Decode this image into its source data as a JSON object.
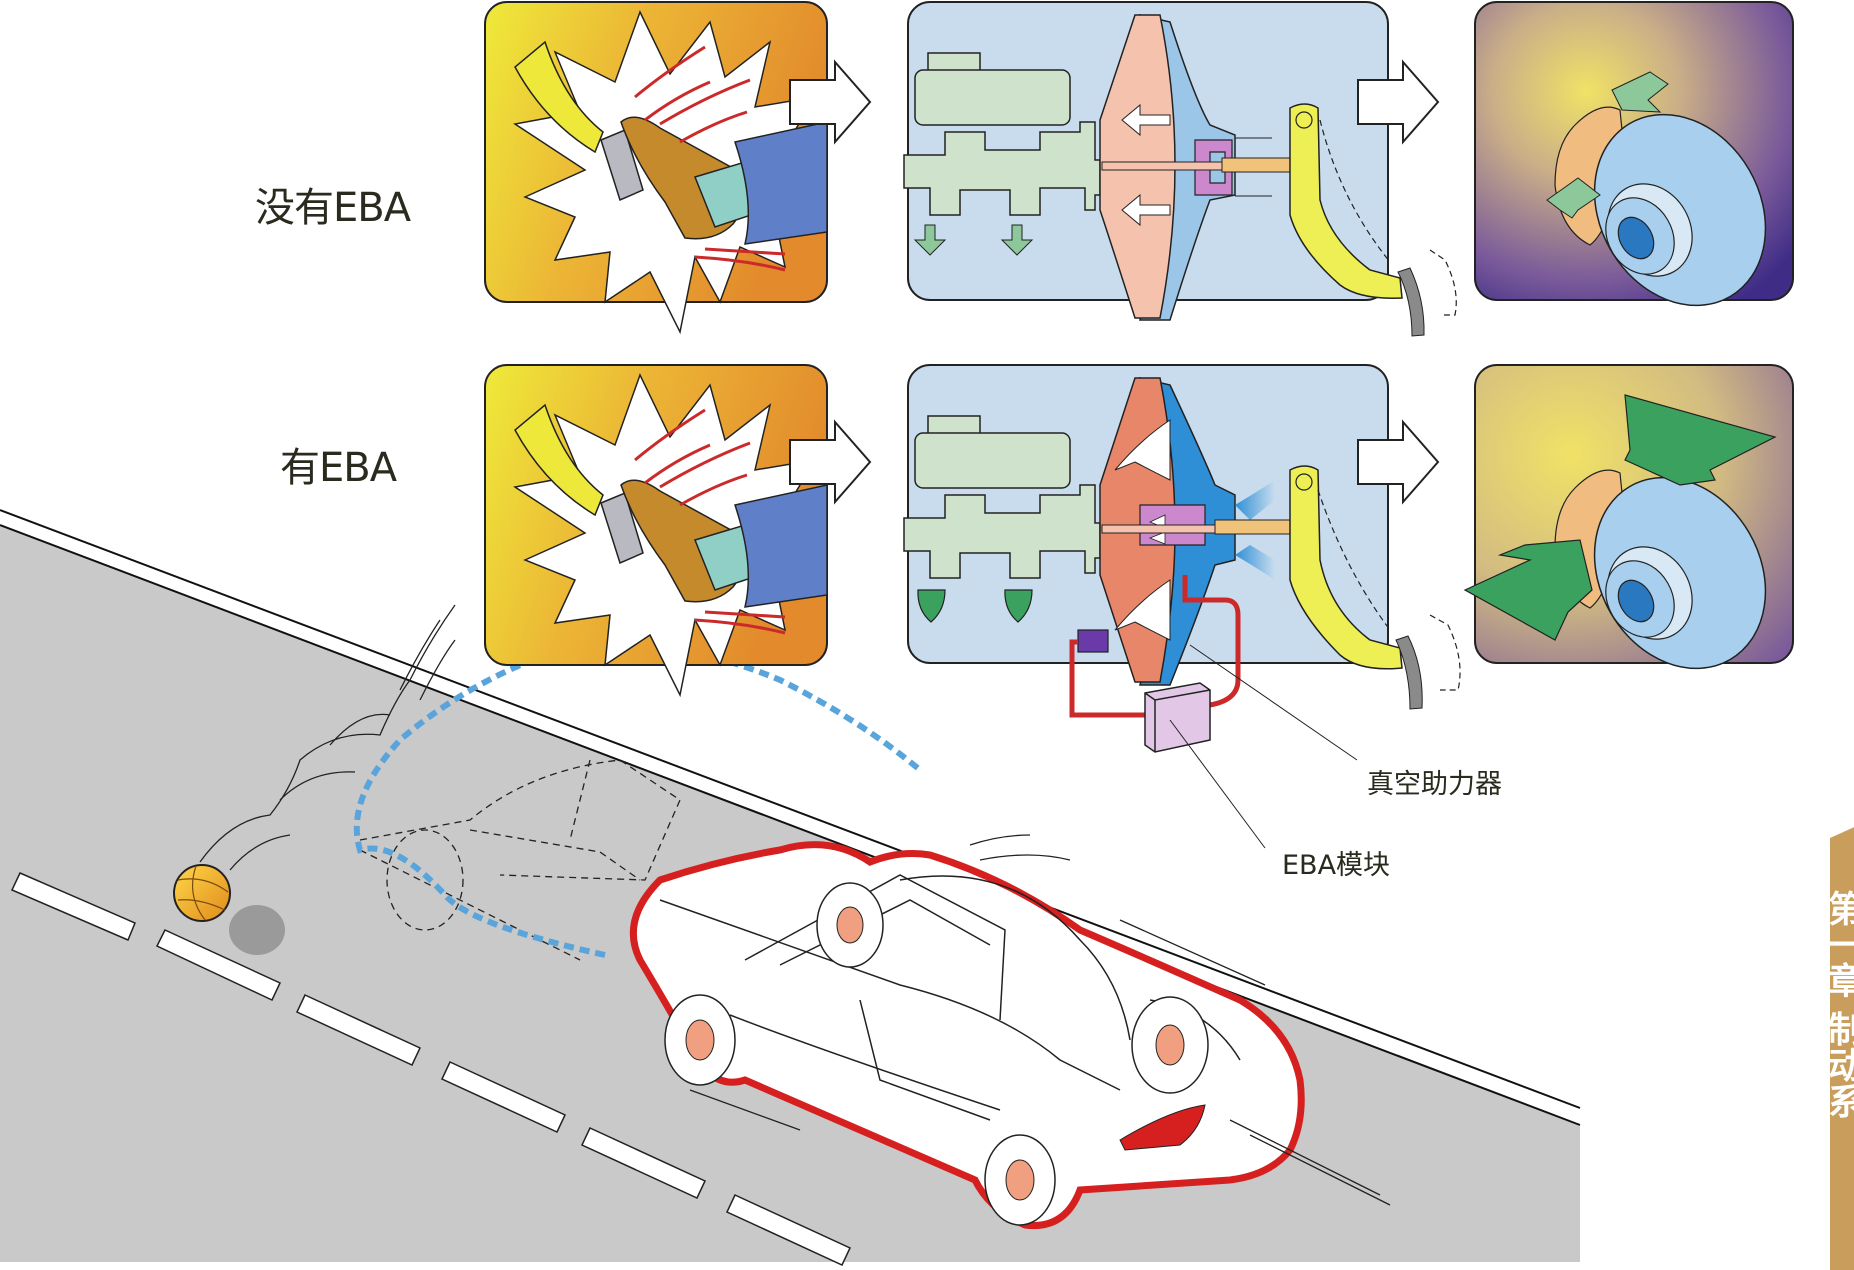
{
  "diagram": {
    "subject": "Electronic Brake Assist (EBA) comparison",
    "rows": [
      {
        "id": "without-eba",
        "label": "没有EBA",
        "stages": [
          "driver-stomps-pedal",
          "vacuum-booster-normal",
          "brake-disc-normal-force"
        ]
      },
      {
        "id": "with-eba",
        "label": "有EBA",
        "stages": [
          "driver-stomps-pedal",
          "vacuum-booster-assisted",
          "brake-disc-strong-force"
        ]
      }
    ],
    "callouts": {
      "vacuum_booster": "真空助力器",
      "eba_module": "EBA模块"
    },
    "side_tab": {
      "text": "第一章 制动系"
    },
    "colors": {
      "panel_orange": "#e8962c",
      "panel_yellow": "#f0e43a",
      "booster_bg": "#c9dcee",
      "booster_pink": "#f5c2ad",
      "booster_salmon": "#e8866a",
      "booster_blue_light": "#9cc6e8",
      "booster_blue_strong": "#2e8fd6",
      "master_cylinder_green": "#cfe3cc",
      "pedal_yellow": "#eeee55",
      "disc_bg_purple": "#5a3f8f",
      "disc_light_blue": "#a8d0ee",
      "arrow_green_small": "#8cc89a",
      "arrow_green_big": "#3aa25e",
      "red_wire": "#cc2a2a",
      "eba_module_pink": "#e2c8e6",
      "road_gray": "#c9c9c9",
      "trajectory_blue": "#5aa4dc",
      "car_outline_red": "#d62020",
      "ball_orange": "#f2a92a",
      "side_tab_tan": "#c99e5c"
    }
  }
}
